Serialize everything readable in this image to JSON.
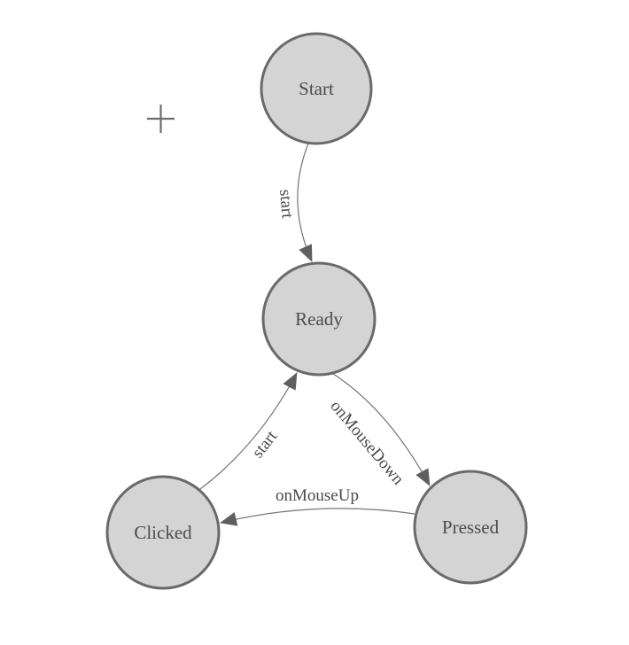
{
  "diagram": {
    "type": "state-machine",
    "nodes": [
      {
        "id": "start",
        "label": "Start"
      },
      {
        "id": "ready",
        "label": "Ready"
      },
      {
        "id": "clicked",
        "label": "Clicked"
      },
      {
        "id": "pressed",
        "label": "Pressed"
      }
    ],
    "edges": [
      {
        "from": "start",
        "to": "ready",
        "label": "start"
      },
      {
        "from": "ready",
        "to": "pressed",
        "label": "onMouseDown"
      },
      {
        "from": "pressed",
        "to": "clicked",
        "label": "onMouseUp"
      },
      {
        "from": "clicked",
        "to": "ready",
        "label": "start"
      }
    ],
    "colors": {
      "background": "#ffffff",
      "node_fill": "#d4d4d4",
      "node_stroke": "#6a6a6a",
      "edge_stroke": "#757575",
      "arrow_fill": "#5f5f5f",
      "node_label": "#4b4b4b",
      "edge_label": "#47494f",
      "crosshair": "#6e6e6e"
    },
    "icons": {
      "crosshair": "crosshair-icon"
    }
  }
}
